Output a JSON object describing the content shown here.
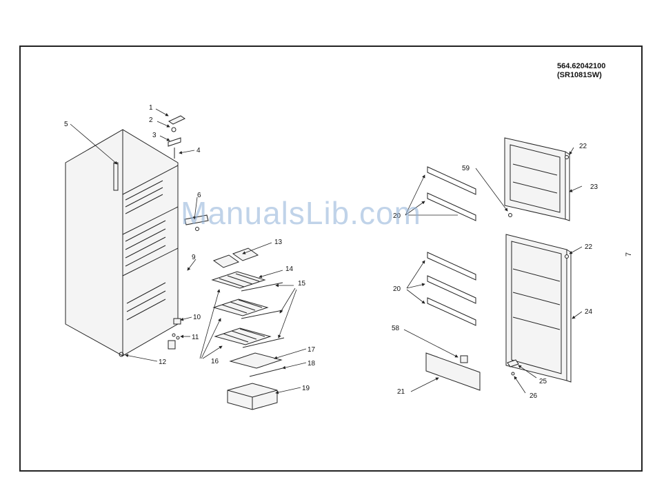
{
  "header": {
    "model_number": "564.62042100",
    "model_code": "(SR1081SW)"
  },
  "page_number": "7",
  "watermark": "ManualsLib.com",
  "callouts": {
    "c1": "1",
    "c2": "2",
    "c3": "3",
    "c4": "4",
    "c5": "5",
    "c6": "6",
    "c9": "9",
    "c10": "10",
    "c11": "11",
    "c12": "12",
    "c13": "13",
    "c14": "14",
    "c15": "15",
    "c16": "16",
    "c17": "17",
    "c18": "18",
    "c19": "19",
    "c20a": "20",
    "c20b": "20",
    "c21": "21",
    "c22a": "22",
    "c22b": "22",
    "c23": "23",
    "c24": "24",
    "c25": "25",
    "c26": "26",
    "c58": "58",
    "c59": "59"
  }
}
